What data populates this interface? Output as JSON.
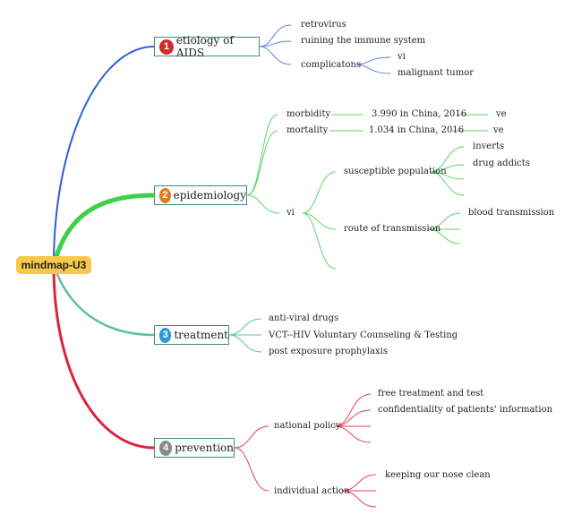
{
  "root": "mindmap-U3",
  "colors": {
    "branch1": "#2f5fd6",
    "branch2": "#3fcf4a",
    "branch3": "#5fbfa0",
    "branch4": "#e0223a",
    "badge1": "#d42b2b",
    "badge2": "#e8781e",
    "badge3": "#2b9ad8",
    "badge4": "#8a8a8a",
    "box_border": "#3f8f76"
  },
  "branches": [
    {
      "num": "1",
      "label": "etiology of AIDS",
      "children": {
        "retrovirus": "retrovirus",
        "ruining": "ruining the immune system",
        "complications": "complicatons",
        "vi": "vi",
        "tumor": "malignant tumor"
      }
    },
    {
      "num": "2",
      "label": "epidemiology",
      "children": {
        "morbidity": "morbidity",
        "morbidity_value": "3.990 in China, 2016",
        "morbidity_unit": "ve",
        "mortality": "mortality",
        "mortality_value": "1.034 in China, 2016",
        "mortality_unit": "ve",
        "vi": "vi",
        "susceptible": "susceptible population",
        "inverts": "inverts",
        "drug": "drug addicts",
        "route": "route of transmission",
        "blood": "blood transmission"
      }
    },
    {
      "num": "3",
      "label": "treatment",
      "children": {
        "antiviral": "anti-viral drugs",
        "vct": "VCT--HIV Voluntary Counseling & Testing",
        "pep": "post exposure prophylaxis"
      }
    },
    {
      "num": "4",
      "label": "prevention",
      "children": {
        "national": "national policy",
        "free": "free treatment and test",
        "confid": "confidentiality of patients' information",
        "individual": "individual action",
        "nose": "keeping our nose clean"
      }
    }
  ]
}
